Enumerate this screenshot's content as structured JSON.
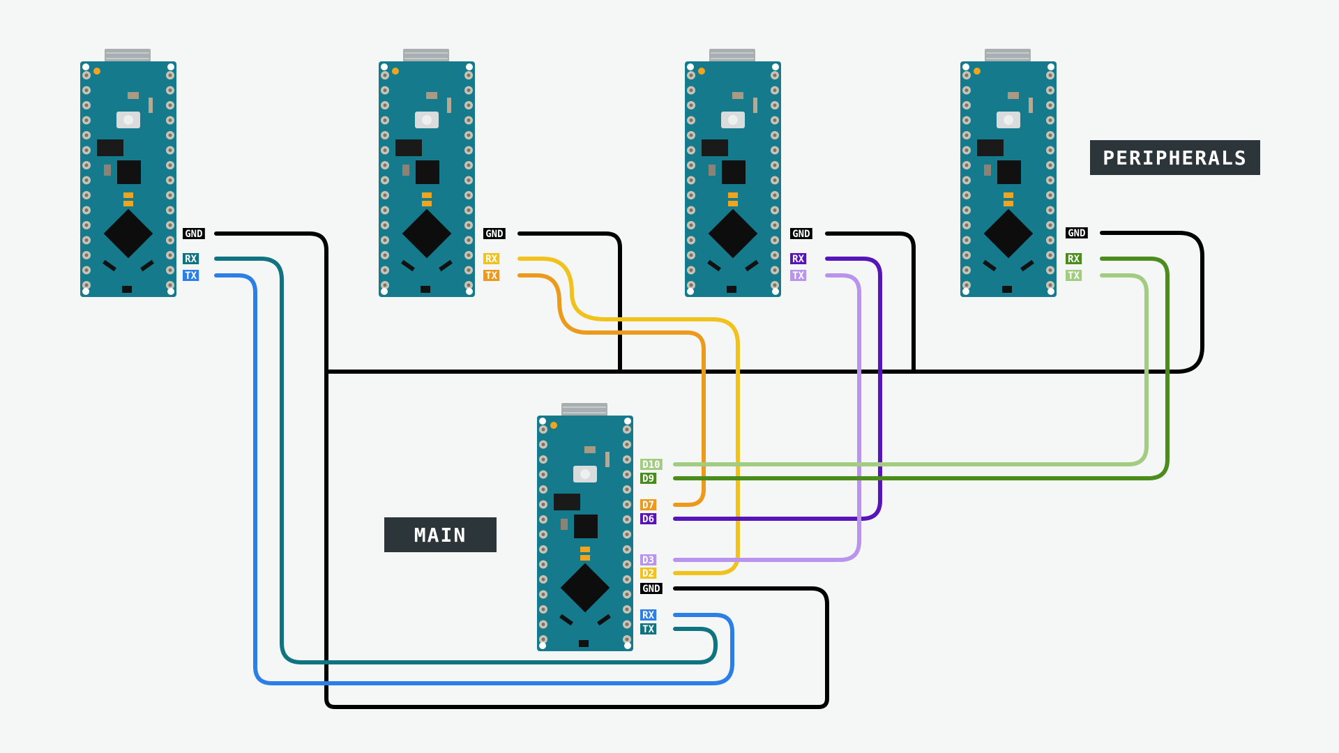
{
  "labels": {
    "peripherals": "PERIPHERALS",
    "main": "MAIN"
  },
  "pins": {
    "gnd": "GND",
    "rx": "RX",
    "tx": "TX",
    "d10": "D10",
    "d9": "D9",
    "d7": "D7",
    "d6": "D6",
    "d3": "D3",
    "d2": "D2"
  },
  "colors": {
    "background": "#f5f6f6",
    "gnd": "#000000",
    "board": "#157a8c",
    "p1_rx": "#0f7380",
    "p1_tx": "#2b7fe6",
    "p2_rx": "#f2c21c",
    "p2_tx": "#ec9a1c",
    "p3_rx": "#5714b8",
    "p3_tx": "#b894ec",
    "p4_rx": "#4a8d1c",
    "p4_tx": "#a2cc82"
  },
  "boards": [
    {
      "name": "peripheral-1",
      "rx_color": "p1_rx",
      "tx_color": "p1_tx"
    },
    {
      "name": "peripheral-2",
      "rx_color": "p2_rx",
      "tx_color": "p2_tx"
    },
    {
      "name": "peripheral-3",
      "rx_color": "p3_rx",
      "tx_color": "p3_tx"
    },
    {
      "name": "peripheral-4",
      "rx_color": "p4_rx",
      "tx_color": "p4_tx"
    },
    {
      "name": "main"
    }
  ]
}
